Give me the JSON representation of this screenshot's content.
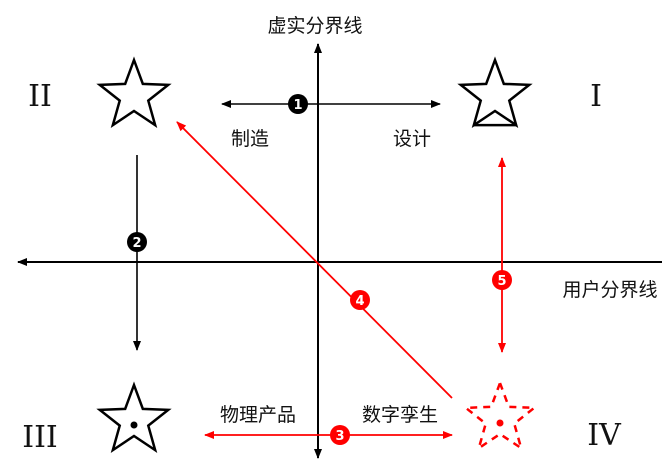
{
  "axes": {
    "vertical_label": "虚实分界线",
    "horizontal_label": "用户分界线"
  },
  "quadrants": {
    "q1": "I",
    "q2": "II",
    "q3": "III",
    "q4": "IV"
  },
  "labels": {
    "manufacture": "制造",
    "design": "设计",
    "physical_product": "物理产品",
    "digital_twin": "数字孪生"
  },
  "markers": [
    "1",
    "2",
    "3",
    "4",
    "5"
  ],
  "colors": {
    "black": "#000000",
    "red": "#ff0000"
  }
}
